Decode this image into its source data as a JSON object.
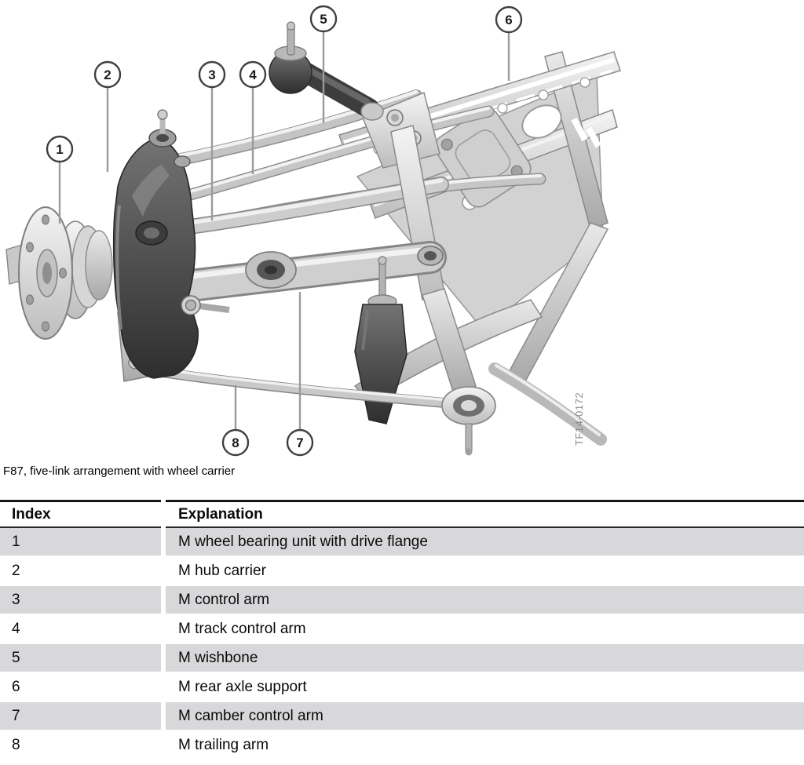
{
  "figure": {
    "caption": "F87, five-link arrangement with wheel carrier",
    "part_code": "TF14-0172"
  },
  "callouts": [
    {
      "label": "1"
    },
    {
      "label": "2"
    },
    {
      "label": "3"
    },
    {
      "label": "4"
    },
    {
      "label": "5"
    },
    {
      "label": "6"
    },
    {
      "label": "7"
    },
    {
      "label": "8"
    }
  ],
  "table": {
    "headers": {
      "index": "Index",
      "explanation": "Explanation"
    },
    "rows": [
      {
        "index": "1",
        "explanation": "M wheel bearing unit with drive flange"
      },
      {
        "index": "2",
        "explanation": "M hub carrier"
      },
      {
        "index": "3",
        "explanation": "M control arm"
      },
      {
        "index": "4",
        "explanation": "M track control arm"
      },
      {
        "index": "5",
        "explanation": "M wishbone"
      },
      {
        "index": "6",
        "explanation": "M rear axle support"
      },
      {
        "index": "7",
        "explanation": "M camber control arm"
      },
      {
        "index": "8",
        "explanation": "M trailing arm"
      }
    ]
  },
  "colors": {
    "row_shade": "#d8d8db",
    "leader_line": "#9b9b9b",
    "callout_stroke": "#3f3f3f",
    "code_text": "#8a8a8a",
    "dark_part": "#3a3a3a",
    "metal_light": "#ececec",
    "metal_mid": "#c4c4c4"
  }
}
